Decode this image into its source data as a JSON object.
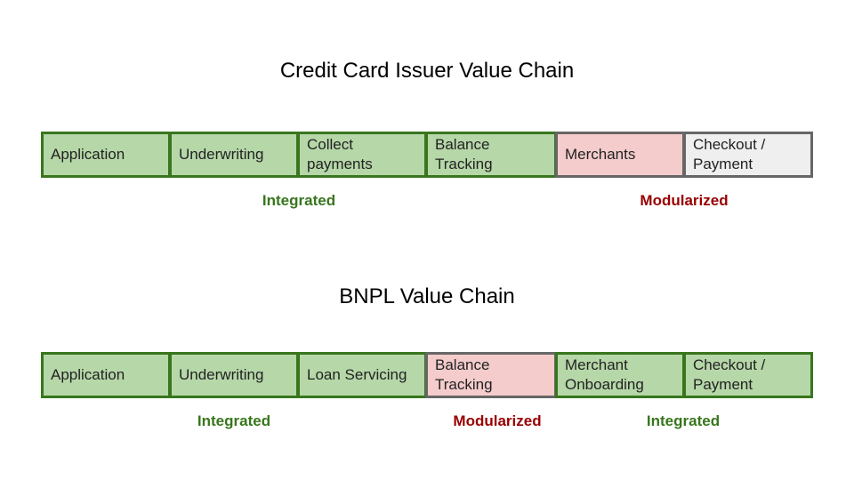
{
  "credit_card": {
    "title": "Credit Card Issuer Value Chain",
    "steps": [
      {
        "label": "Application",
        "style": "green"
      },
      {
        "label": "Underwriting",
        "style": "green"
      },
      {
        "label": "Collect\npayments",
        "style": "green"
      },
      {
        "label": "Balance\nTracking",
        "style": "green"
      },
      {
        "label": "Merchants",
        "style": "red"
      },
      {
        "label": "Checkout /\nPayment",
        "style": "gray"
      }
    ],
    "tags": [
      {
        "label": "Integrated",
        "style": "green"
      },
      {
        "label": "Modularized",
        "style": "red"
      }
    ]
  },
  "bnpl": {
    "title": "BNPL Value Chain",
    "steps": [
      {
        "label": "Application",
        "style": "green"
      },
      {
        "label": "Underwriting",
        "style": "green"
      },
      {
        "label": "Loan Servicing",
        "style": "green"
      },
      {
        "label": "Balance\nTracking",
        "style": "red"
      },
      {
        "label": "Merchant\nOnboarding",
        "style": "green"
      },
      {
        "label": "Checkout /\nPayment",
        "style": "green"
      }
    ],
    "tags": [
      {
        "label": "Integrated",
        "style": "green"
      },
      {
        "label": "Modularized",
        "style": "red"
      },
      {
        "label": "Integrated",
        "style": "green"
      }
    ]
  },
  "colors": {
    "green_fill": "#b6d7a8",
    "green_border": "#38761d",
    "red_fill": "#f4cccc",
    "gray_fill": "#efefef",
    "dark_border": "#666666",
    "integrated_text": "#38761d",
    "modularized_text": "#990000"
  }
}
